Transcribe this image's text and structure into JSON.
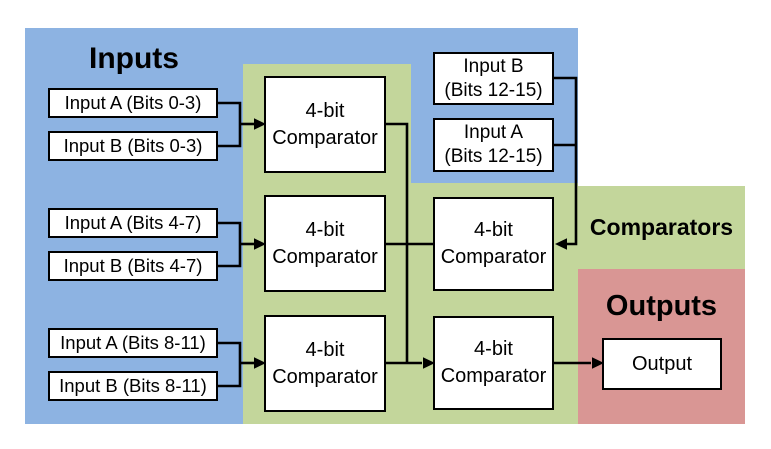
{
  "diagram": {
    "titles": {
      "inputs": "Inputs",
      "comparators": "Comparators",
      "outputs": "Outputs"
    },
    "colors": {
      "inputs_region": "#8DB3E2",
      "comparators_region": "#C3D69B",
      "outputs_region": "#D99694",
      "box_fill": "#FFFFFF",
      "line": "#000000"
    },
    "input_boxes": [
      {
        "label": "Input A (Bits 0-3)"
      },
      {
        "label": "Input B (Bits 0-3)"
      },
      {
        "label": "Input A (Bits 4-7)"
      },
      {
        "label": "Input B (Bits 4-7)"
      },
      {
        "label": "Input A (Bits 8-11)"
      },
      {
        "label": "Input B (Bits 8-11)"
      }
    ],
    "input_boxes_right": [
      {
        "line1": "Input B",
        "line2": "(Bits 12-15)"
      },
      {
        "line1": "Input A",
        "line2": "(Bits 12-15)"
      }
    ],
    "comparator_box": {
      "line1": "4-bit",
      "line2": "Comparator"
    },
    "output_box": {
      "label": "Output"
    }
  }
}
